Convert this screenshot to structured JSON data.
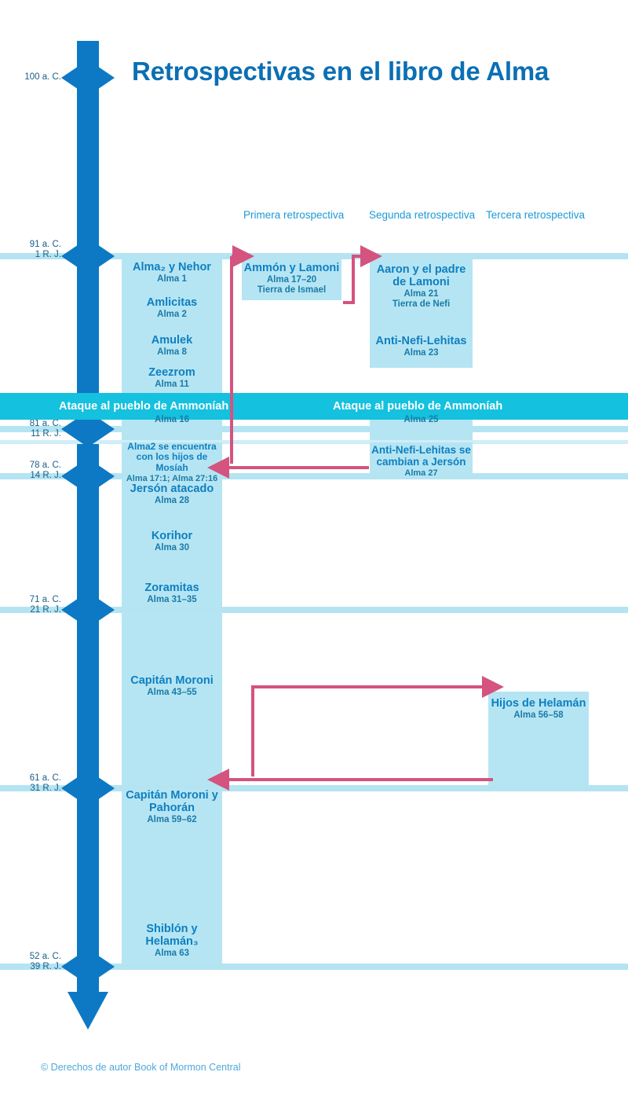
{
  "title": "Retrospectivas en el libro de Alma",
  "footer": "© Derechos de autor Book of Mormon Central",
  "colors": {
    "spine_blue": "#0d79c4",
    "panel_blue": "#b5e5f3",
    "rule_blue": "#b4e4f2",
    "banner_cyan": "#14c1de",
    "text_blue": "#0f7fc0",
    "arrow_pink": "#d4537f",
    "title_blue": "#0b6fb4",
    "header_blue": "#1b9ad6"
  },
  "column_headers": [
    {
      "label": "Primera retrospectiva"
    },
    {
      "label": "Segunda retrospectiva"
    },
    {
      "label": "Tercera retrospectiva"
    }
  ],
  "timeline_markers": [
    {
      "year": "100 a. C.",
      "reign": ""
    },
    {
      "year": "91 a. C.",
      "reign": "1 R. J."
    },
    {
      "year": "81 a. C.",
      "reign": "11 R. J."
    },
    {
      "year": "78 a. C.",
      "reign": "14 R. J."
    },
    {
      "year": "71 a. C.",
      "reign": "21 R. J."
    },
    {
      "year": "61 a. C.",
      "reign": "31 R. J."
    },
    {
      "year": "52 a. C.",
      "reign": "39 R. J."
    }
  ],
  "main_column": [
    {
      "head": "Alma₂ y Nehor",
      "ref": "Alma 1"
    },
    {
      "head": "Amlicitas",
      "ref": "Alma 2"
    },
    {
      "head": "Amulek",
      "ref": "Alma 8"
    },
    {
      "head": "Zeezrom",
      "ref": "Alma 11"
    },
    {
      "head": "Alma2 se encuentra con los hijos de Mosíah",
      "ref": "Alma 17:1; Alma 27:16"
    },
    {
      "head": "Jersón atacado",
      "ref": "Alma 28"
    },
    {
      "head": "Korihor",
      "ref": "Alma 30"
    },
    {
      "head": "Zoramitas",
      "ref": "Alma 31–35"
    },
    {
      "head": "Capitán Moroni",
      "ref": "Alma 43–55"
    },
    {
      "head": "Capitán Moroni y Pahorán",
      "ref": "Alma 59–62"
    },
    {
      "head": "Shiblón y Helamán₃",
      "ref": "Alma 63"
    }
  ],
  "flashback_one": [
    {
      "head": "Ammón y Lamoni",
      "ref": "Alma 17–20",
      "sub": "Tierra de Ismael"
    }
  ],
  "flashback_two": [
    {
      "head": "Aaron y el padre de Lamoni",
      "ref": "Alma 21",
      "sub": "Tierra de Nefi"
    },
    {
      "head": "Anti-Nefi-Lehitas",
      "ref": "Alma 23"
    },
    {
      "head": "Anti-Nefi-Lehitas se cambian a Jersón",
      "ref": "Alma 27"
    }
  ],
  "flashback_three": [
    {
      "head": "Hijos de Helamán",
      "ref": "Alma 56–58"
    }
  ],
  "banners": [
    {
      "label_left": "Ataque al pueblo de Ammoníah",
      "ref_left": "Alma 16",
      "label_right": "Ataque al pueblo de Ammoníah",
      "ref_right": "Alma 25"
    }
  ],
  "banner_refs": {
    "left": "Alma 16",
    "right": "Alma 25"
  }
}
